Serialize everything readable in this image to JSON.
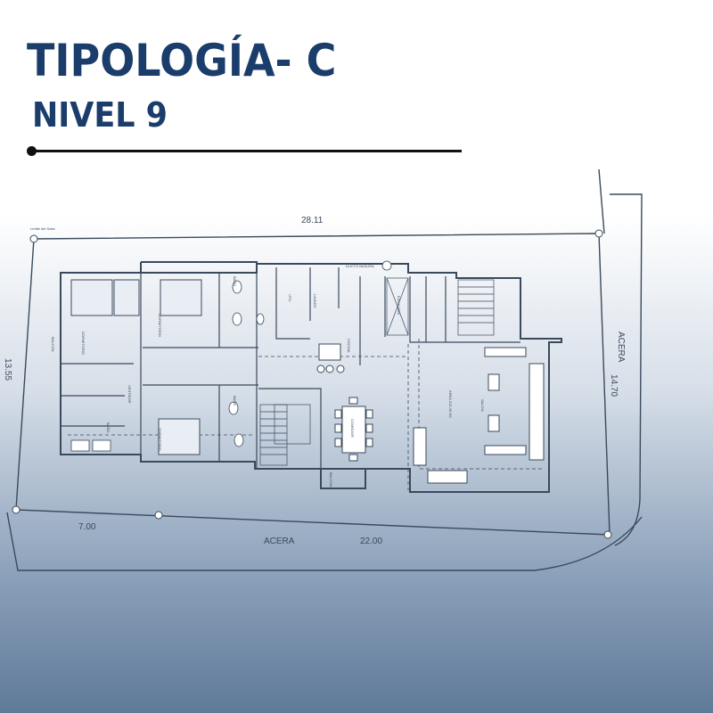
{
  "header": {
    "title": "TIPOLOGÍA- C",
    "subtitle": "NIVEL 9"
  },
  "site": {
    "dimensions": {
      "top": "28.11",
      "left": "13.55",
      "right": "14.70",
      "bottom_left": "7.00",
      "bottom_right": "22.00"
    },
    "street_labels": {
      "bottom": "ACERA",
      "right": "ACERA"
    },
    "marker_label": "Límite del Solar"
  },
  "rooms": {
    "dormitorio": "DORMITORIO",
    "bano": "BAÑO",
    "vestidor": "VESTIDOR",
    "balcon": "BALCON",
    "comedor": "COMEDOR",
    "salon": "SALON",
    "cocina": "COCINA",
    "lavado": "LAVADO",
    "util": "UTIL",
    "ducto_basura": "DUCTO BASURA",
    "escalera": "ESCALERA",
    "area": "AREA 213.35 M2"
  },
  "colors": {
    "title": "#1b3d6b",
    "linework": "#3a4a5c"
  }
}
